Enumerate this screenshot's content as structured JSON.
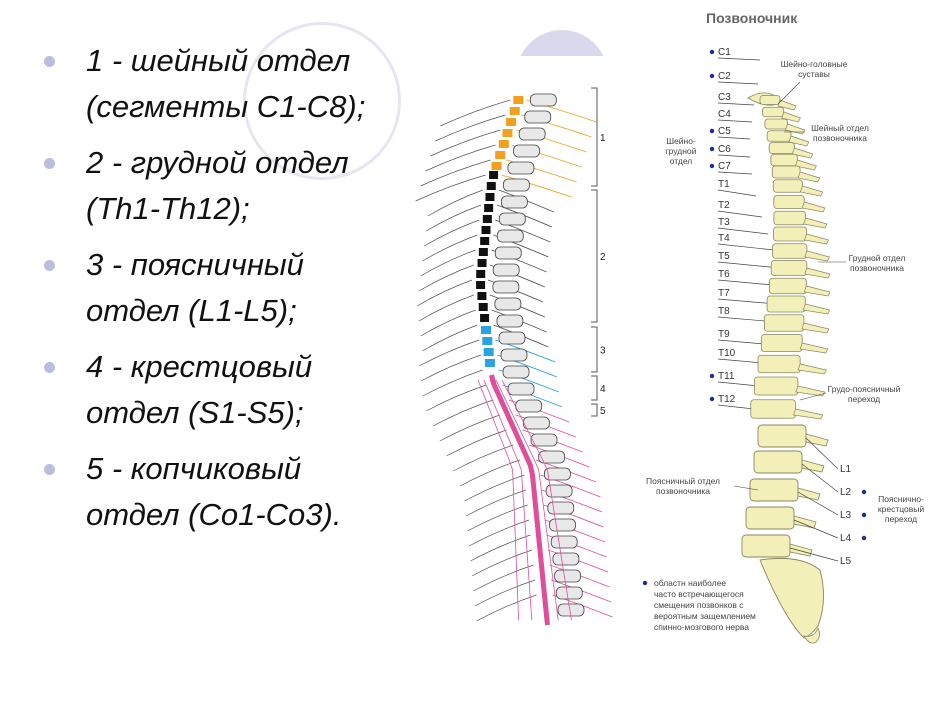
{
  "bullets": [
    {
      "lines": [
        "1 - шейный отдел",
        "(сегменты С1-С8);"
      ]
    },
    {
      "lines": [
        " 2 - грудной отдел",
        "(Th1-Th12);"
      ]
    },
    {
      "lines": [
        " 3 - поясничный",
        "отдел (L1-L5);"
      ]
    },
    {
      "lines": [
        " 4 - крестцовый",
        "отдел (S1-S5);"
      ]
    },
    {
      "lines": [
        " 5 - копчиковый",
        "отдел (Со1-Со3)."
      ]
    }
  ],
  "left_diagram": {
    "segment_numbers": [
      "1",
      "2",
      "3",
      "4",
      "5"
    ],
    "segment_colors": {
      "cervical": "#f2a020",
      "thoracic": "#111111",
      "lumbar": "#2aa3e0",
      "sacral": "#e04d9a"
    }
  },
  "right_diagram": {
    "title": "Позвоночник",
    "vertebrae": [
      {
        "label": "C1",
        "marked": true
      },
      {
        "label": "C2",
        "marked": true
      },
      {
        "label": "C3",
        "marked": false
      },
      {
        "label": "C4",
        "marked": false
      },
      {
        "label": "C5",
        "marked": true
      },
      {
        "label": "C6",
        "marked": true
      },
      {
        "label": "C7",
        "marked": true
      },
      {
        "label": "T1",
        "marked": false
      },
      {
        "label": "T2",
        "marked": false
      },
      {
        "label": "T3",
        "marked": false
      },
      {
        "label": "T4",
        "marked": false
      },
      {
        "label": "T5",
        "marked": false
      },
      {
        "label": "T6",
        "marked": false
      },
      {
        "label": "T7",
        "marked": false
      },
      {
        "label": "T8",
        "marked": false
      },
      {
        "label": "T9",
        "marked": false
      },
      {
        "label": "T10",
        "marked": false
      },
      {
        "label": "T11",
        "marked": true
      },
      {
        "label": "T12",
        "marked": true
      }
    ],
    "lumbar": [
      {
        "label": "L1",
        "marked": false
      },
      {
        "label": "L2",
        "marked": true
      },
      {
        "label": "L3",
        "marked": true
      },
      {
        "label": "L4",
        "marked": true
      },
      {
        "label": "L5",
        "marked": false
      }
    ],
    "annotations": {
      "head_joints": [
        "Шейно-головные",
        "суставы"
      ],
      "cervical": [
        "Шейный отдел",
        "позвоночника"
      ],
      "cervicothoracic": [
        "Шейно-",
        "грудной",
        "отдел"
      ],
      "thoracic": [
        "Грудной отдел",
        "позвоночника"
      ],
      "thoracolumbar": [
        "Грудо-поясничный",
        "переход"
      ],
      "lumbar": [
        "Поясничный отдел",
        "позвоночника"
      ],
      "lumbosacral": [
        "Пояснично-",
        "крестцовый",
        "переход"
      ]
    },
    "legend": [
      "областн наиболее",
      "часто встречающегося",
      "смещения позвонков с",
      "вероятным защемлением",
      "спинно-мозгового нерва"
    ],
    "colors": {
      "bone": "#f3efb8",
      "bone_outline": "#8a8660",
      "dot": "#1b2a9c"
    }
  }
}
